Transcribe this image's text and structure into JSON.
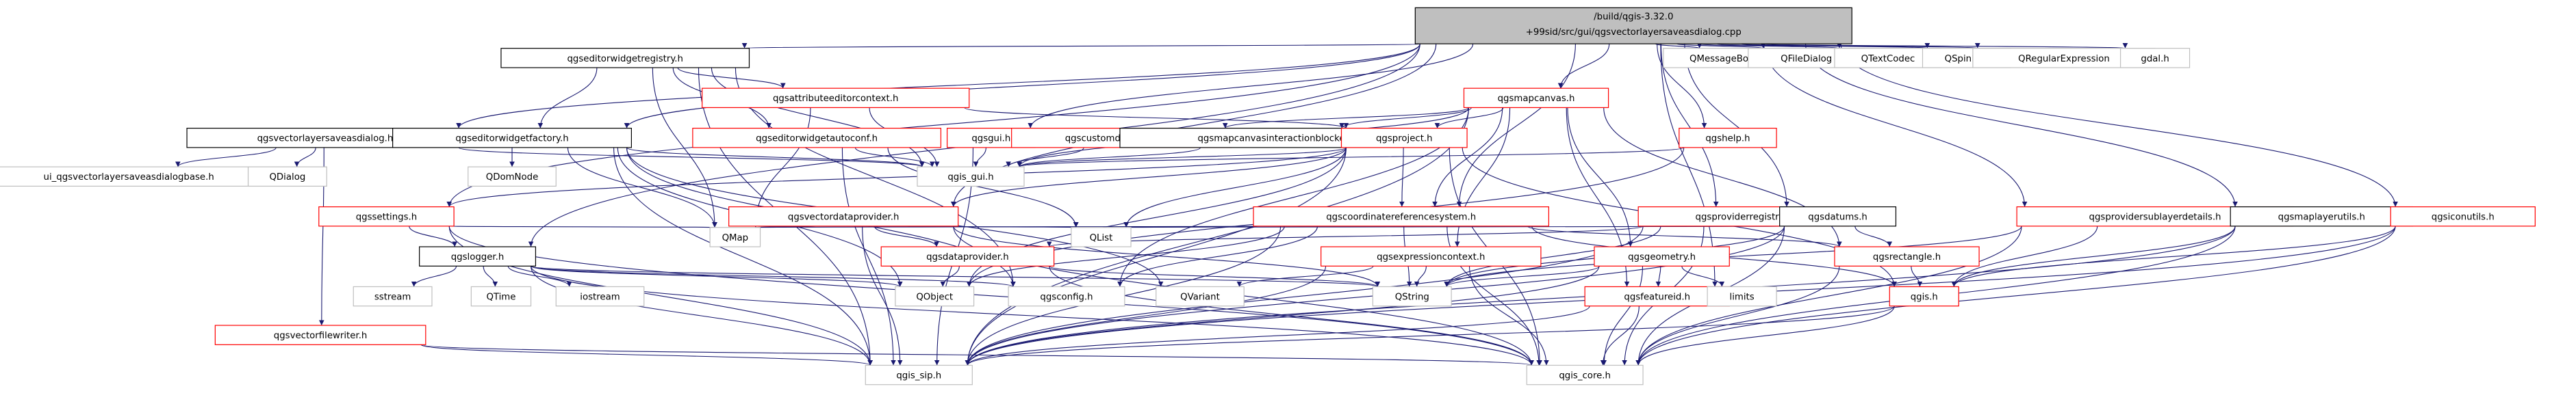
{
  "diagram": {
    "root_lines": [
      "/build/qgis-3.32.0",
      "+99sid/src/gui/qgsvectorlayersaveasdialog.cpp"
    ],
    "nodes": [
      {
        "id": "qgseditorwidgetregistry",
        "label": "qgseditorwidgetregistry.h",
        "style": "black"
      },
      {
        "id": "qgsmessagebox",
        "label": "QMessageBox",
        "style": "gray"
      },
      {
        "id": "qfiledialog",
        "label": "QFileDialog",
        "style": "gray"
      },
      {
        "id": "qtextcodec",
        "label": "QTextCodec",
        "style": "gray"
      },
      {
        "id": "qspinbox",
        "label": "QSpinBox",
        "style": "gray"
      },
      {
        "id": "qregularexpression",
        "label": "QRegularExpression",
        "style": "gray"
      },
      {
        "id": "gdalh",
        "label": "gdal.h",
        "style": "gray"
      },
      {
        "id": "qgsattributeeditorcontext",
        "label": "qgsattributeeditorcontext.h",
        "style": "red"
      },
      {
        "id": "qgsmapcanvas",
        "label": "qgsmapcanvas.h",
        "style": "red"
      },
      {
        "id": "qgsvectorlayersaveasdialog",
        "label": "qgsvectorlayersaveasdialog.h",
        "style": "black"
      },
      {
        "id": "qgseditorwidgetfactory",
        "label": "qgseditorwidgetfactory.h",
        "style": "black"
      },
      {
        "id": "qgseditorwidgetautoconf",
        "label": "qgseditorwidgetautoconf.h",
        "style": "red"
      },
      {
        "id": "qgsgui",
        "label": "qgsgui.h",
        "style": "red"
      },
      {
        "id": "qgscustomdrophandler",
        "label": "qgscustomdrophandler.h",
        "style": "red"
      },
      {
        "id": "qgsmapcanvasinteractionblocker",
        "label": "qgsmapcanvasinteractionblocker.h",
        "style": "black"
      },
      {
        "id": "qgsproject",
        "label": "qgsproject.h",
        "style": "red"
      },
      {
        "id": "qgshelp",
        "label": "qgshelp.h",
        "style": "red"
      },
      {
        "id": "uiqgsvectorlayersaveasdialogbase",
        "label": "ui_qgsvectorlayersaveasdialogbase.h",
        "style": "gray"
      },
      {
        "id": "qdialog",
        "label": "QDialog",
        "style": "gray"
      },
      {
        "id": "qdomnode",
        "label": "QDomNode",
        "style": "gray"
      },
      {
        "id": "qgis_gui",
        "label": "qgis_gui.h",
        "style": "gray"
      },
      {
        "id": "qgssettings",
        "label": "qgssettings.h",
        "style": "red"
      },
      {
        "id": "qgsvectordataprovider",
        "label": "qgsvectordataprovider.h",
        "style": "red"
      },
      {
        "id": "qgscoordinatereferencesystem",
        "label": "qgscoordinatereferencesystem.h",
        "style": "red"
      },
      {
        "id": "qgsproviderregistry",
        "label": "qgsproviderregistry.h",
        "style": "red"
      },
      {
        "id": "qgsdatums",
        "label": "qgsdatums.h",
        "style": "black"
      },
      {
        "id": "qgsprovidersublayerdetails",
        "label": "qgsprovidersublayerdetails.h",
        "style": "red"
      },
      {
        "id": "qgsmaplayerutils",
        "label": "qgsmaplayerutils.h",
        "style": "black"
      },
      {
        "id": "qgsiconutils",
        "label": "qgsiconutils.h",
        "style": "red"
      },
      {
        "id": "qmap",
        "label": "QMap",
        "style": "gray"
      },
      {
        "id": "qlist",
        "label": "QList",
        "style": "gray"
      },
      {
        "id": "qgsdataprovider",
        "label": "qgsdataprovider.h",
        "style": "red"
      },
      {
        "id": "qgsexpressioncontext",
        "label": "qgsexpressioncontext.h",
        "style": "red"
      },
      {
        "id": "qgsgeometry",
        "label": "qgsgeometry.h",
        "style": "red"
      },
      {
        "id": "qgsrectangle",
        "label": "qgsrectangle.h",
        "style": "red"
      },
      {
        "id": "qgslogger",
        "label": "qgslogger.h",
        "style": "black"
      },
      {
        "id": "sstream",
        "label": "sstream",
        "style": "gray"
      },
      {
        "id": "qtime",
        "label": "QTime",
        "style": "gray"
      },
      {
        "id": "iostream",
        "label": "iostream",
        "style": "gray"
      },
      {
        "id": "qobject",
        "label": "QObject",
        "style": "gray"
      },
      {
        "id": "qgsconfig",
        "label": "qgsconfig.h",
        "style": "gray"
      },
      {
        "id": "qvariant",
        "label": "QVariant",
        "style": "gray"
      },
      {
        "id": "qstring",
        "label": "QString",
        "style": "gray"
      },
      {
        "id": "qgsfeatureid",
        "label": "qgsfeatureid.h",
        "style": "red"
      },
      {
        "id": "limits",
        "label": "limits",
        "style": "gray"
      },
      {
        "id": "qgish",
        "label": "qgis.h",
        "style": "red"
      },
      {
        "id": "qgsvectorfilewriter",
        "label": "qgsvectorfilewriter.h",
        "style": "red"
      },
      {
        "id": "qgis_sip",
        "label": "qgis_sip.h",
        "style": "gray"
      },
      {
        "id": "qgis_core",
        "label": "qgis_core.h",
        "style": "gray"
      }
    ],
    "edges": [
      [
        "root",
        "qgseditorwidgetregistry"
      ],
      [
        "root",
        "qgsmessagebox"
      ],
      [
        "root",
        "qfiledialog"
      ],
      [
        "root",
        "qtextcodec"
      ],
      [
        "root",
        "qspinbox"
      ],
      [
        "root",
        "qregularexpression"
      ],
      [
        "root",
        "gdalh"
      ],
      [
        "root",
        "qgsmapcanvas"
      ],
      [
        "root",
        "qgsvectorlayersaveasdialog"
      ],
      [
        "root",
        "qgseditorwidgetfactory"
      ],
      [
        "root",
        "qgsgui"
      ],
      [
        "root",
        "qgshelp"
      ],
      [
        "root",
        "qgsproviderregistry"
      ],
      [
        "root",
        "qgsdatums"
      ],
      [
        "root",
        "qgsprovidersublayerdetails"
      ],
      [
        "root",
        "qgsmaplayerutils"
      ],
      [
        "root",
        "qgsiconutils"
      ],
      [
        "root",
        "qgslogger"
      ],
      [
        "root",
        "qgsvectordataprovider"
      ],
      [
        "root",
        "qgscoordinatereferencesystem"
      ],
      [
        "root",
        "limits"
      ],
      [
        "root",
        "qgssettings"
      ],
      [
        "qgseditorwidgetregistry",
        "qgsattributeeditorcontext"
      ],
      [
        "qgseditorwidgetregistry",
        "qgseditorwidgetfactory"
      ],
      [
        "qgseditorwidgetregistry",
        "qgseditorwidgetautoconf"
      ],
      [
        "qgseditorwidgetregistry",
        "qgis_gui"
      ],
      [
        "qgseditorwidgetregistry",
        "qmap"
      ],
      [
        "qgseditorwidgetregistry",
        "qgis_sip"
      ],
      [
        "qgseditorwidgetregistry",
        "qgsconfig"
      ],
      [
        "qgsattributeeditorcontext",
        "qgis_gui"
      ],
      [
        "qgsattributeeditorcontext",
        "qgsproject"
      ],
      [
        "qgsattributeeditorcontext",
        "qmap"
      ],
      [
        "qgseditorwidgetfactory",
        "qdomnode"
      ],
      [
        "qgseditorwidgetfactory",
        "qgis_gui"
      ],
      [
        "qgseditorwidgetfactory",
        "qmap"
      ],
      [
        "qgseditorwidgetfactory",
        "qgis_sip"
      ],
      [
        "qgseditorwidgetfactory",
        "qobject"
      ],
      [
        "qgseditorwidgetfactory",
        "qgsconfig"
      ],
      [
        "qgseditorwidgetfactory",
        "qvariant"
      ],
      [
        "qgseditorwidgetautoconf",
        "qgis_gui"
      ],
      [
        "qgseditorwidgetautoconf",
        "qlist"
      ],
      [
        "qgseditorwidgetautoconf",
        "qgis_sip"
      ],
      [
        "qgsvectorlayersaveasdialog",
        "uiqgsvectorlayersaveasdialogbase"
      ],
      [
        "qgsvectorlayersaveasdialog",
        "qdialog"
      ],
      [
        "qgsvectorlayersaveasdialog",
        "qgis_gui"
      ],
      [
        "qgsvectorlayersaveasdialog",
        "qgsvectorfilewriter"
      ],
      [
        "qgsmapcanvas",
        "qgis_gui"
      ],
      [
        "qgsmapcanvas",
        "qgscustomdrophandler"
      ],
      [
        "qgsmapcanvas",
        "qgsmapcanvasinteractionblocker"
      ],
      [
        "qgsmapcanvas",
        "qgsproject"
      ],
      [
        "qgsmapcanvas",
        "qgscoordinatereferencesystem"
      ],
      [
        "qgsmapcanvas",
        "qgsexpressioncontext"
      ],
      [
        "qgsmapcanvas",
        "qgsgeometry"
      ],
      [
        "qgsmapcanvas",
        "qgsrectangle"
      ],
      [
        "qgsmapcanvas",
        "qgsfeatureid"
      ],
      [
        "qgsmapcanvas",
        "qgsconfig"
      ],
      [
        "qgsmapcanvas",
        "qgis_sip"
      ],
      [
        "qgsgui",
        "qgis_gui"
      ],
      [
        "qgsgui",
        "qgis_sip"
      ],
      [
        "qgscustomdrophandler",
        "qgis_gui"
      ],
      [
        "qgsmapcanvasinteractionblocker",
        "qgis_gui"
      ],
      [
        "qgsproject",
        "qgssettings"
      ],
      [
        "qgsproject",
        "qgis_gui"
      ],
      [
        "qgsproject",
        "qgsvectordataprovider"
      ],
      [
        "qgsproject",
        "qgscoordinatereferencesystem"
      ],
      [
        "qgsproject",
        "qlist"
      ],
      [
        "qgsproject",
        "qobject"
      ],
      [
        "qgsproject",
        "qgis_core"
      ],
      [
        "qgsproject",
        "qgis_sip"
      ],
      [
        "qgsproject",
        "qgish"
      ],
      [
        "qgshelp",
        "qgis_gui"
      ],
      [
        "qgshelp",
        "qobject"
      ],
      [
        "qgssettings",
        "qgslogger"
      ],
      [
        "qgssettings",
        "qgis_core"
      ],
      [
        "qgssettings",
        "qgis_sip"
      ],
      [
        "qgssettings",
        "qmap"
      ],
      [
        "qgsvectordataprovider",
        "qmap"
      ],
      [
        "qgsvectordataprovider",
        "qgsdataprovider"
      ],
      [
        "qgsvectordataprovider",
        "qlist"
      ],
      [
        "qgsvectordataprovider",
        "qgis_core"
      ],
      [
        "qgsvectordataprovider",
        "qgis_sip"
      ],
      [
        "qgsvectordataprovider",
        "qstring"
      ],
      [
        "qgscoordinatereferencesystem",
        "qgis_core"
      ],
      [
        "qgscoordinatereferencesystem",
        "qgis_sip"
      ],
      [
        "qgscoordinatereferencesystem",
        "qmap"
      ],
      [
        "qgscoordinatereferencesystem",
        "qstring"
      ],
      [
        "qgscoordinatereferencesystem",
        "qobject"
      ],
      [
        "qgscoordinatereferencesystem",
        "qgsconfig"
      ],
      [
        "qgscoordinatereferencesystem",
        "qgsrectangle"
      ],
      [
        "qgscoordinatereferencesystem",
        "qgish"
      ],
      [
        "qgsproviderregistry",
        "qgis_core"
      ],
      [
        "qgsproviderregistry",
        "qgis_sip"
      ],
      [
        "qgsproviderregistry",
        "qgsdataprovider"
      ],
      [
        "qgsproviderregistry",
        "qstring"
      ],
      [
        "qgsdatums",
        "qgis_core"
      ],
      [
        "qgsdatums",
        "qgis_sip"
      ],
      [
        "qgsdatums",
        "qstring"
      ],
      [
        "qgsdatums",
        "qlist"
      ],
      [
        "qgsdatums",
        "qgsrectangle"
      ],
      [
        "qgsprovidersublayerdetails",
        "qgis_core"
      ],
      [
        "qgsprovidersublayerdetails",
        "qgish"
      ],
      [
        "qgsprovidersublayerdetails",
        "qstring"
      ],
      [
        "qgsmaplayerutils",
        "qgis_core"
      ],
      [
        "qgsmaplayerutils",
        "qgis_sip"
      ],
      [
        "qgsmaplayerutils",
        "qgish"
      ],
      [
        "qgsiconutils",
        "qgis_core"
      ],
      [
        "qgsiconutils",
        "qgis_sip"
      ],
      [
        "qgsiconutils",
        "qgish"
      ],
      [
        "qgsdataprovider",
        "qgis_core"
      ],
      [
        "qgsdataprovider",
        "qobject"
      ],
      [
        "qgsdataprovider",
        "qstring"
      ],
      [
        "qgsexpressioncontext",
        "qgis_core"
      ],
      [
        "qgsexpressioncontext",
        "qgis_sip"
      ],
      [
        "qgsexpressioncontext",
        "qvariant"
      ],
      [
        "qgsexpressioncontext",
        "qstring"
      ],
      [
        "qgsgeometry",
        "limits"
      ],
      [
        "qgsgeometry",
        "qgsfeatureid"
      ],
      [
        "qgsgeometry",
        "qgis_core"
      ],
      [
        "qgsgeometry",
        "qgis_sip"
      ],
      [
        "qgsgeometry",
        "qstring"
      ],
      [
        "qgsrectangle",
        "qgis_core"
      ],
      [
        "qgsrectangle",
        "qgish"
      ],
      [
        "qgslogger",
        "sstream"
      ],
      [
        "qgslogger",
        "qtime"
      ],
      [
        "qgslogger",
        "iostream"
      ],
      [
        "qgslogger",
        "qgis_core"
      ],
      [
        "qgslogger",
        "qgis_sip"
      ],
      [
        "qgslogger",
        "qgsconfig"
      ],
      [
        "qgslogger",
        "qstring"
      ],
      [
        "qgslogger",
        "qobject"
      ],
      [
        "qgsfeatureid",
        "qgis_core"
      ],
      [
        "qgsfeatureid",
        "qgis_sip"
      ],
      [
        "qgish",
        "qgis_core"
      ],
      [
        "qgish",
        "qgis_sip"
      ],
      [
        "qgsvectorfilewriter",
        "qgis_core"
      ],
      [
        "qgsvectorfilewriter",
        "qgis_sip"
      ]
    ]
  }
}
